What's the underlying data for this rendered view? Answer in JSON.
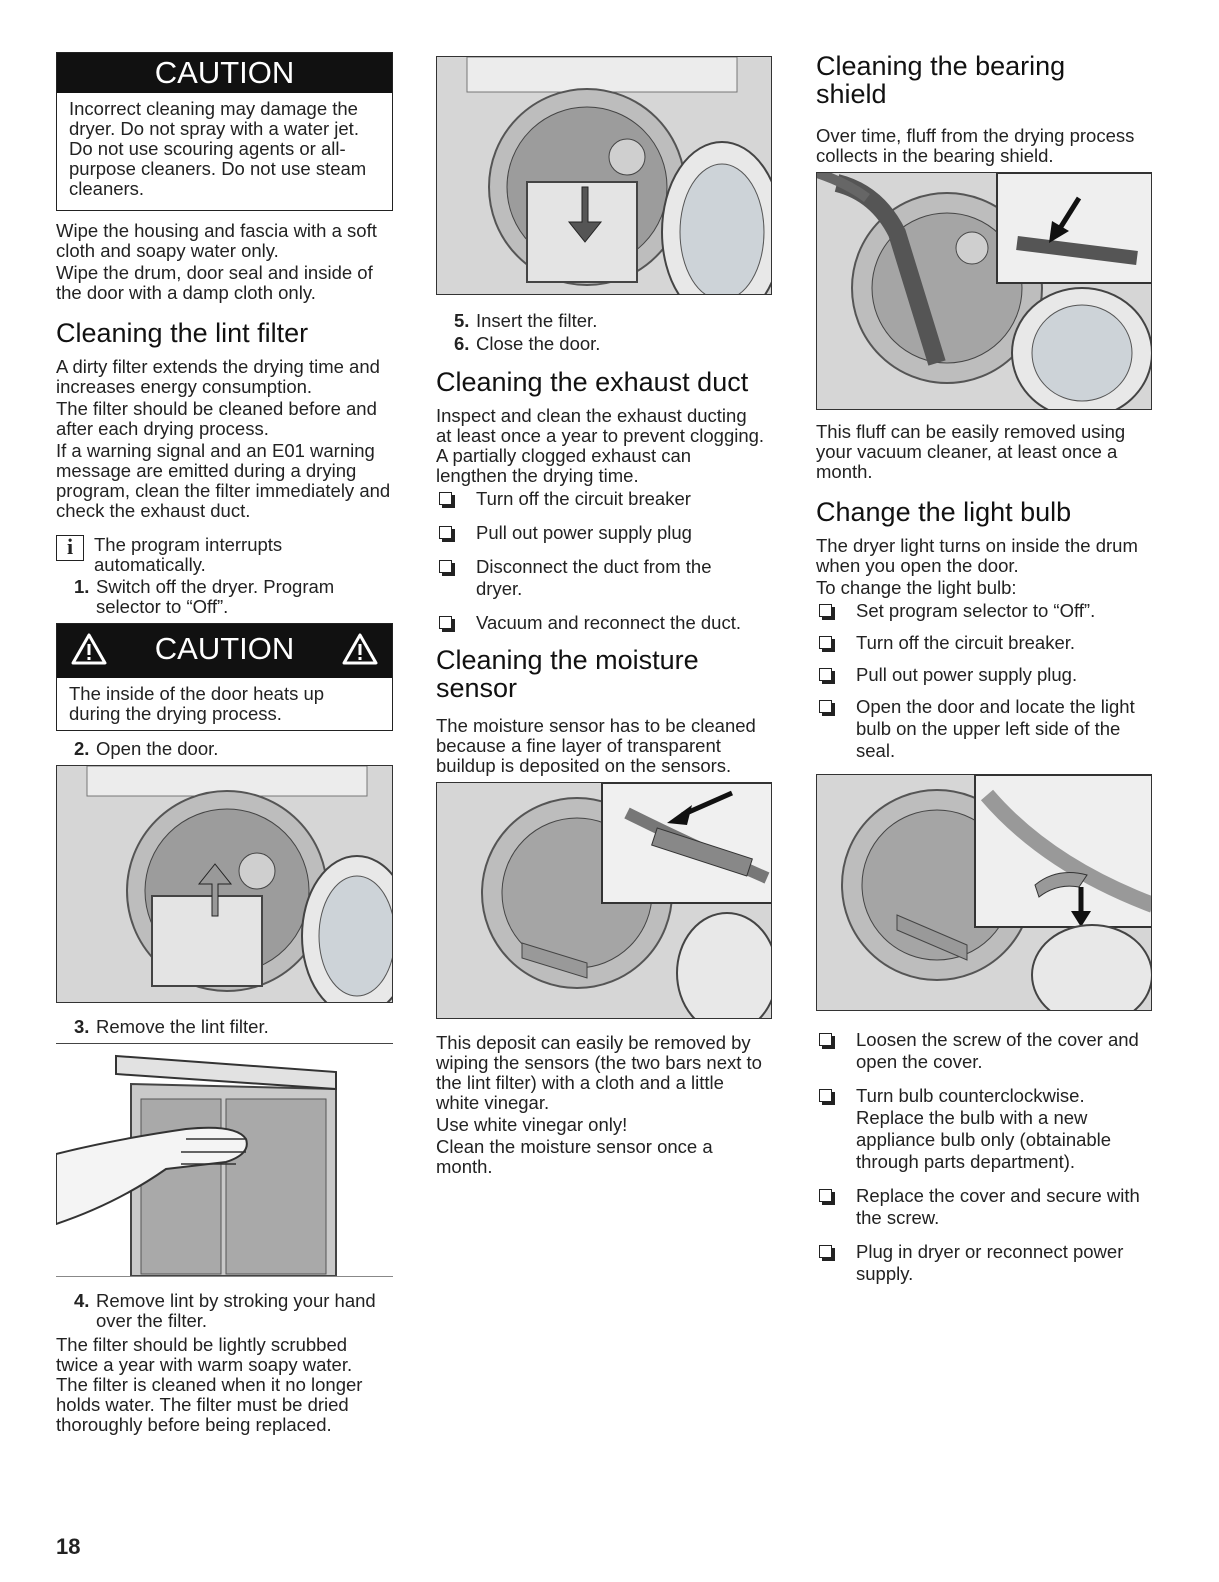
{
  "page_number": "18",
  "col1": {
    "caution1": {
      "title": "CAUTION",
      "body": "Incorrect cleaning may damage the dryer. Do not spray with a water jet. Do not use scouring agents or all-purpose cleaners. Do not use steam cleaners."
    },
    "wipe_p1": "Wipe the housing and fascia with a soft cloth and soapy water only.",
    "wipe_p2": "Wipe the drum, door seal and inside of the door with a damp cloth only.",
    "lint_heading": "Cleaning the lint filter",
    "lint_p1": "A dirty filter extends the drying time and increases energy consumption.",
    "lint_p2": "The filter should be cleaned before and after each drying process.",
    "lint_p3": "If a warning signal and an E01 warning message are emitted during a drying program, clean the filter immediately and check the exhaust duct.",
    "info_icon": "i",
    "info_text": "The program interrupts automatically.",
    "step1_num": "1.",
    "step1": "Switch off the dryer. Program selector to “Off”.",
    "caution2": {
      "title": "CAUTION",
      "body": "The inside of the door heats up during the drying process."
    },
    "step2_num": "2.",
    "step2": "Open the door.",
    "step3_num": "3.",
    "step3": "Remove the lint filter.",
    "step4_num": "4.",
    "step4": "Remove lint by stroking your hand over the filter.",
    "scrub_p": "The filter should be lightly scrubbed twice a year with warm soapy water. The filter is cleaned when it no longer holds water. The filter must be dried thoroughly before being replaced."
  },
  "col2": {
    "step5_num": "5.",
    "step5": "Insert the filter.",
    "step6_num": "6.",
    "step6": "Close the door.",
    "exhaust_heading": "Cleaning the exhaust duct",
    "exhaust_p": "Inspect and clean the exhaust ducting at least once a year to prevent clogging. A partially clogged exhaust can lengthen the drying time.",
    "exhaust_checks": [
      "Turn off the circuit breaker",
      "Pull out power supply plug",
      "Disconnect the duct from the dryer.",
      "Vacuum and reconnect the duct."
    ],
    "moisture_heading": "Cleaning the moisture sensor",
    "moisture_p": "The moisture sensor has to be cleaned because a fine layer of transparent buildup is deposited on the sensors.",
    "deposit_p1": "This deposit can easily be removed by wiping the sensors (the two bars next to the lint filter)  with a cloth and a little white vinegar.",
    "deposit_p2": "Use white vinegar only!",
    "deposit_p3": "Clean the moisture sensor once a month."
  },
  "col3": {
    "bearing_heading": "Cleaning the bearing shield",
    "bearing_p": "Over time, fluff from the drying process collects in the bearing shield.",
    "fluff_p": "This fluff can be easily removed using your vacuum cleaner, at least once a month.",
    "bulb_heading": "Change the light bulb",
    "bulb_p1": "The dryer light turns on inside the drum when you open the door.",
    "bulb_p2": "To change the light bulb:",
    "bulb_checks": [
      "Set program selector to “Off”.",
      "Turn off the circuit breaker.",
      "Pull out power supply plug.",
      "Open the door and locate the light bulb on the upper left side of the seal."
    ],
    "bulb_checks2": [
      "Loosen the screw of the cover and open the cover.",
      "Turn bulb counterclockwise. Replace the bulb with a new appliance bulb only (obtainable through parts department).",
      "Replace the cover and secure with the screw.",
      "Plug in dryer or reconnect power supply."
    ]
  }
}
